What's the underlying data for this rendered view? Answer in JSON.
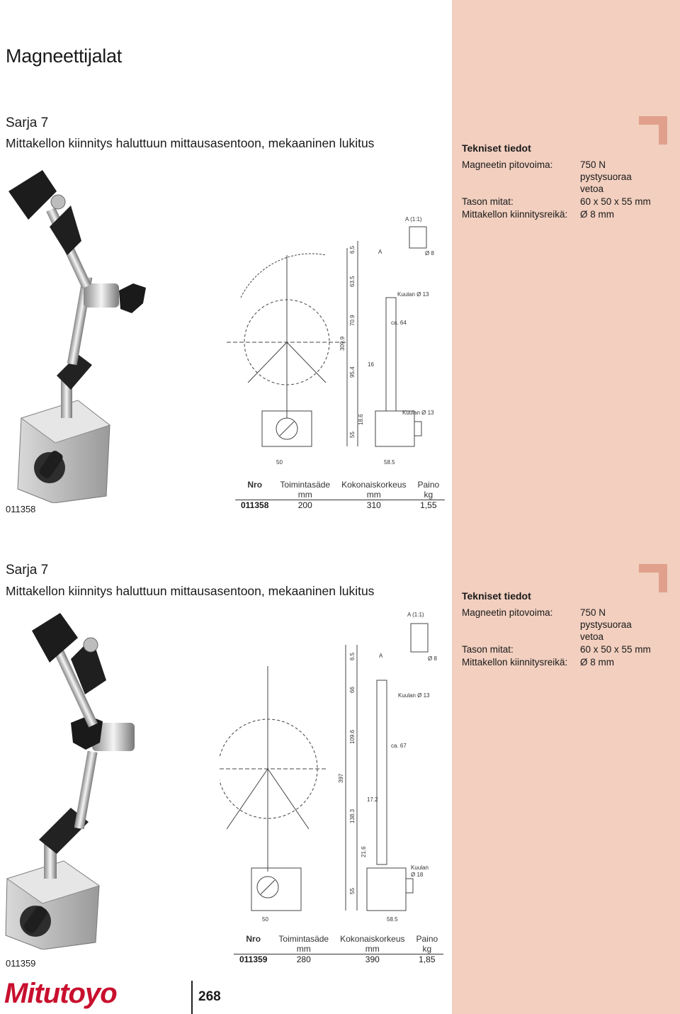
{
  "page": {
    "title": "Magneettijalat",
    "page_number": "268"
  },
  "brand": {
    "logo_text": "Mitutoyo",
    "color": "#c8102e"
  },
  "colors": {
    "sidebar": "#f2cfbf",
    "corner_mark": "#e0a08b"
  },
  "sections": [
    {
      "sarja": "Sarja 7",
      "subtitle": "Mittakellon kiinnitys haluttuun mittausasentoon, mekaaninen lukitus",
      "specs": {
        "heading": "Tekniset tiedot",
        "rows": [
          {
            "label": "Magneetin pitovoima:",
            "value": "750 N",
            "value2": "pystysuoraa",
            "value3": "vetoa"
          },
          {
            "label": "Tason mitat:",
            "value": "60 x 50 x 55 mm"
          },
          {
            "label": "Mittakellon kiinnitysreikä:",
            "value": "Ø 8 mm"
          }
        ]
      },
      "drawing_labels": {
        "detail": "A (1:1)",
        "a": "A",
        "bore": "Ø 8",
        "ball_top": "Kuulan Ø 13",
        "ball_bottom": "Kuulan Ø 13",
        "ca": "ca. 64",
        "d1": "6.5",
        "d2": "63.5",
        "d3": "70.9",
        "d4": "309.9",
        "d5": "95.4",
        "d6": "16",
        "d7": "18.6",
        "d8": "55",
        "w1": "50",
        "w2": "58.5"
      },
      "item_number": "011358",
      "table": {
        "headers": [
          "Nro",
          "Toimintasäde",
          "Kokonaiskorkeus",
          "Paino"
        ],
        "units": [
          "",
          "mm",
          "mm",
          "kg"
        ],
        "row": [
          "011358",
          "200",
          "310",
          "1,55"
        ]
      }
    },
    {
      "sarja": "Sarja 7",
      "subtitle": "Mittakellon kiinnitys haluttuun mittausasentoon, mekaaninen lukitus",
      "specs": {
        "heading": "Tekniset tiedot",
        "rows": [
          {
            "label": "Magneetin pitovoima:",
            "value": "750 N",
            "value2": "pystysuoraa",
            "value3": "vetoa"
          },
          {
            "label": "Tason mitat:",
            "value": "60 x 50 x 55 mm"
          },
          {
            "label": "Mittakellon kiinnitysreikä:",
            "value": "Ø 8 mm"
          }
        ]
      },
      "drawing_labels": {
        "detail": "A (1:1)",
        "a": "A",
        "bore": "Ø 8",
        "ball_top": "Kuulan Ø 13",
        "ball_bottom": "Kuulan",
        "ball_bottom2": "Ø 18",
        "ca": "ca. 67",
        "d1": "6.5",
        "d2": "66",
        "d3": "109.6",
        "d4": "397",
        "d5": "138.3",
        "d6": "17.2",
        "d7": "21.6",
        "d8": "55",
        "w1": "50",
        "w2": "58.5"
      },
      "item_number": "011359",
      "table": {
        "headers": [
          "Nro",
          "Toimintasäde",
          "Kokonaiskorkeus",
          "Paino"
        ],
        "units": [
          "",
          "mm",
          "mm",
          "kg"
        ],
        "row": [
          "011359",
          "280",
          "390",
          "1,85"
        ]
      }
    }
  ]
}
